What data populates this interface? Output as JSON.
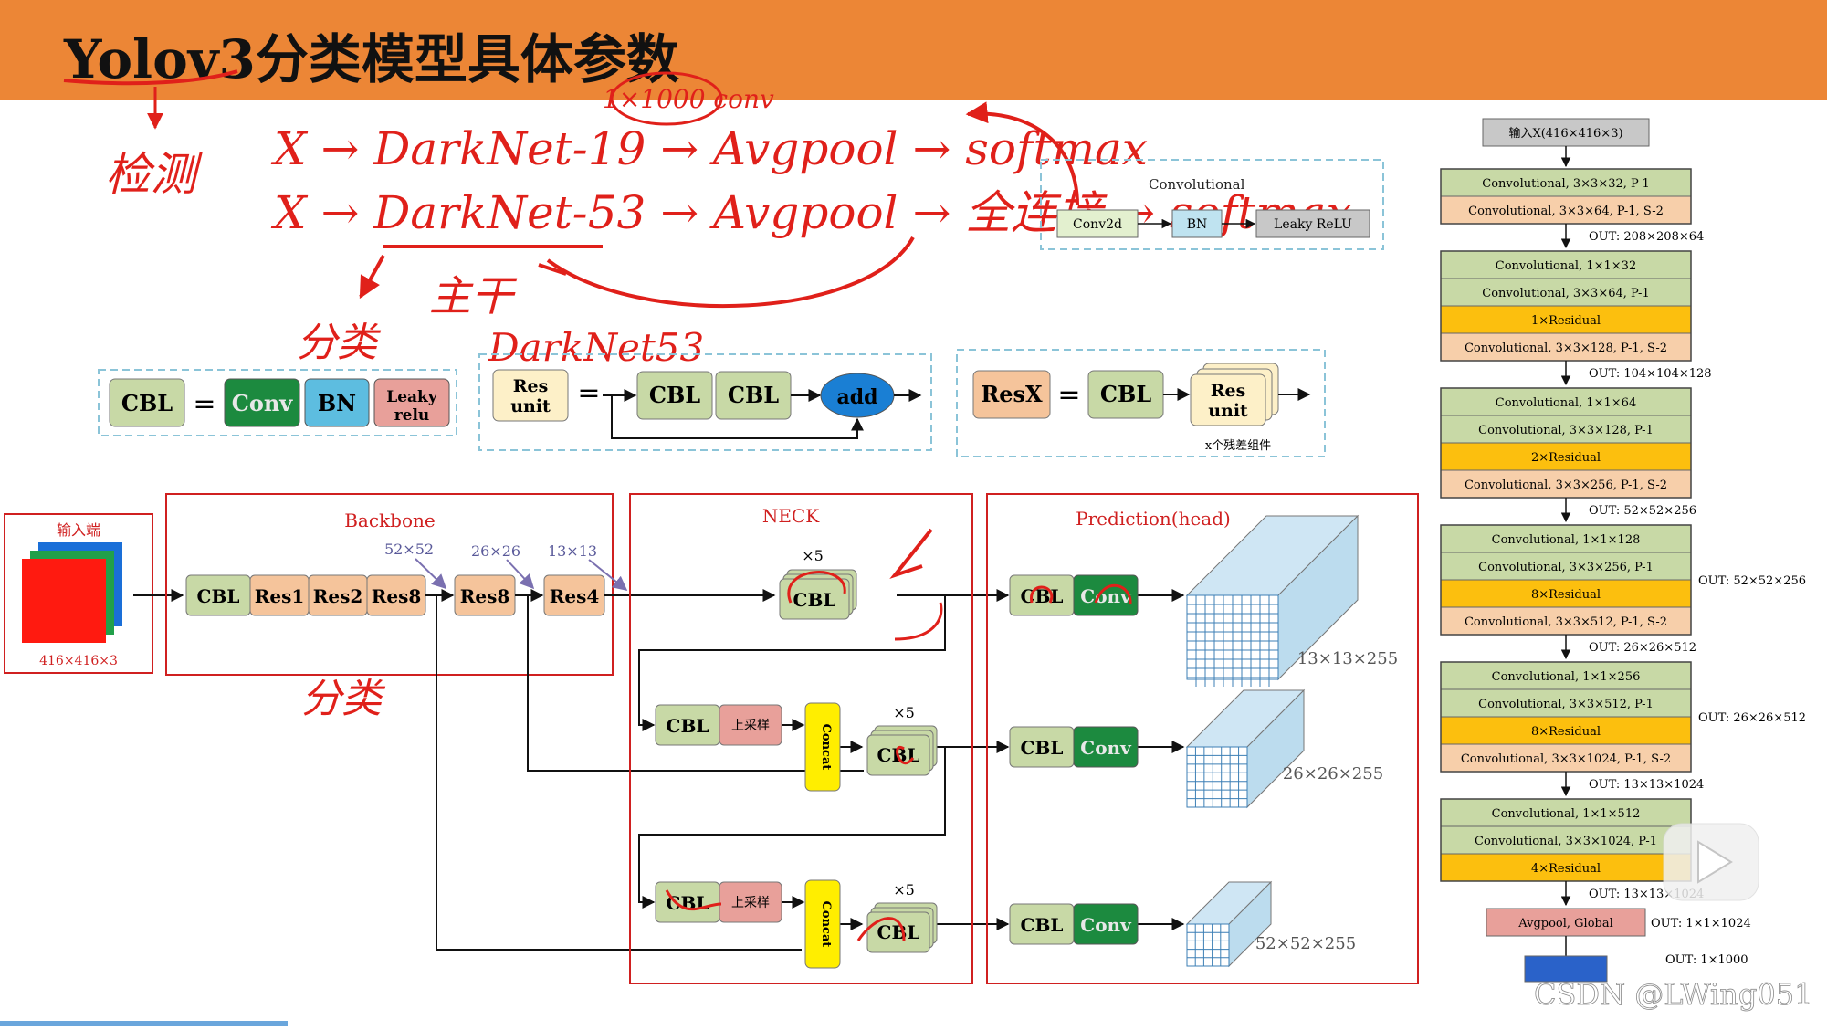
{
  "title": "Yolov3分类模型具体参数",
  "handwriting": {
    "detect": "检测",
    "line1": "X → DarkNet-19 → Avgpool → softmax",
    "line1_above": "1×1000 conv",
    "line2": "X → DarkNet-53 → Avgpool → 全连接 → softmax",
    "main": "主干",
    "classify": "分类",
    "darknet53": "DarkNet53"
  },
  "legend_conv": {
    "title": "Convolutional",
    "blocks": [
      "Conv2d",
      "BN",
      "Leaky ReLU"
    ]
  },
  "legend_cbl": {
    "left": "CBL",
    "eq": "=",
    "blocks": [
      "Conv",
      "BN",
      "Leaky relu"
    ]
  },
  "legend_res": {
    "left": "Res unit",
    "eq": "=",
    "blocks": [
      "CBL",
      "CBL"
    ],
    "add": "add"
  },
  "legend_resx": {
    "left": "ResX",
    "eq": "=",
    "cbl": "CBL",
    "unit": "Res unit",
    "caption": "x个残差组件"
  },
  "input": {
    "title": "输入端",
    "size": "416×416×3"
  },
  "backbone": {
    "title": "Backbone",
    "blocks": [
      "CBL",
      "Res1",
      "Res2",
      "Res8",
      "Res8",
      "Res4"
    ],
    "scales": [
      "52×52",
      "26×26",
      "13×13"
    ]
  },
  "neck": {
    "title": "NECK",
    "cbl": "CBL",
    "up": "上采样",
    "concat": "Concat",
    "x5": "×5"
  },
  "prediction": {
    "title": "Prediction(head)",
    "cbl": "CBL",
    "conv": "Conv",
    "outputs": [
      "13×13×255",
      "26×26×255",
      "52×52×255"
    ]
  },
  "table": {
    "input": "输入X(416×416×3)",
    "groups": [
      {
        "rows": [
          "Convolutional, 3×3×32, P-1",
          "Convolutional, 3×3×64, P-1, S-2"
        ],
        "out": "OUT: 208×208×64"
      },
      {
        "rows": [
          "Convolutional, 1×1×32",
          "Convolutional, 3×3×64, P-1",
          "1×Residual",
          "Convolutional, 3×3×128, P-1, S-2"
        ],
        "out": "OUT: 104×104×128"
      },
      {
        "rows": [
          "Convolutional, 1×1×64",
          "Convolutional, 3×3×128, P-1",
          "2×Residual",
          "Convolutional, 3×3×256, P-1, S-2"
        ],
        "out": "OUT: 52×52×256"
      },
      {
        "rows": [
          "Convolutional, 1×1×128",
          "Convolutional, 3×3×256, P-1",
          "8×Residual",
          "Convolutional, 3×3×512, P-1, S-2"
        ],
        "out": "OUT: 26×26×512",
        "side": "OUT: 52×52×256"
      },
      {
        "rows": [
          "Convolutional, 1×1×256",
          "Convolutional, 3×3×512, P-1",
          "8×Residual",
          "Convolutional, 3×3×1024, P-1, S-2"
        ],
        "out": "OUT: 13×13×1024",
        "side": "OUT: 26×26×512"
      },
      {
        "rows": [
          "Convolutional, 1×1×512",
          "Convolutional, 3×3×1024, P-1",
          "4×Residual"
        ],
        "out": "OUT: 13×13×1024"
      }
    ],
    "avgpool": "Avgpool, Global",
    "avgpool_out": "OUT: 1×1×1024",
    "last_out": "OUT: 1×1000"
  },
  "watermark": "CSDN @LWing051"
}
